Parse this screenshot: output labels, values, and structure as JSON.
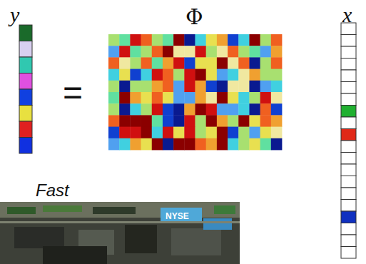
{
  "diagram": {
    "labels": [
      "y",
      "Φ",
      "x",
      "=",
      "Fast",
      "NYSE"
    ]
  }
}
